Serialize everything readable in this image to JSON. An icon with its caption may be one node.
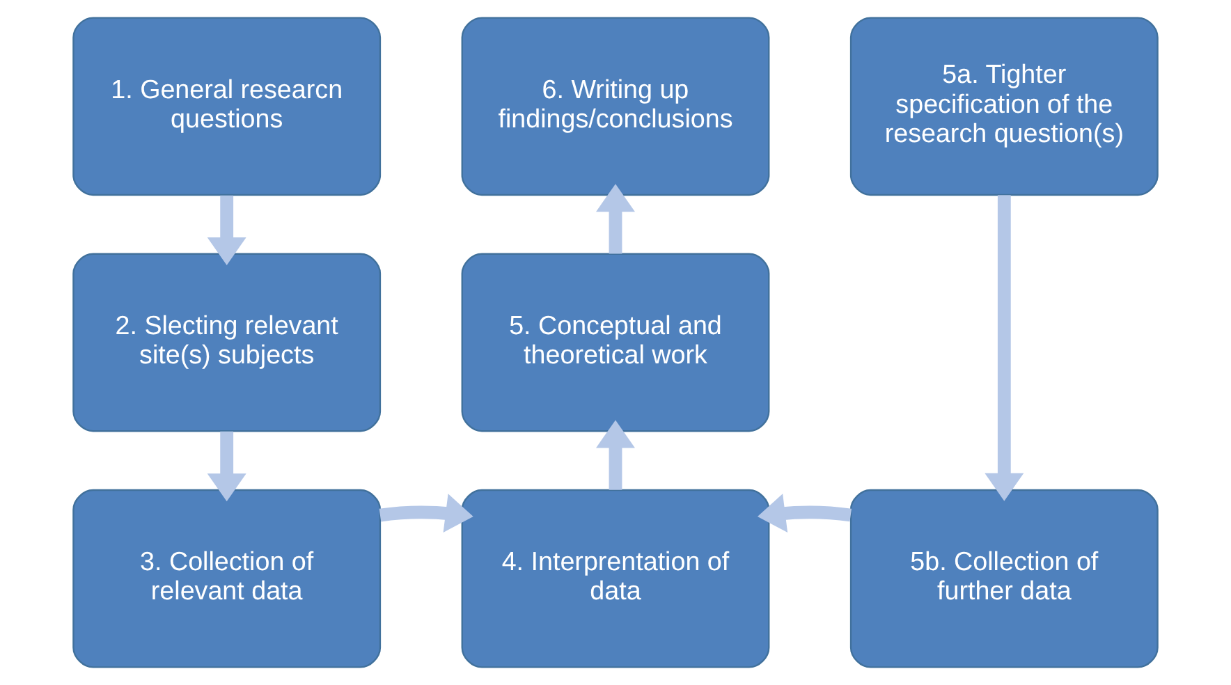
{
  "diagram": {
    "nodes": [
      {
        "text": [
          "1. General researcn questions"
        ]
      },
      {
        "text": [
          "2. Slecting relevant site(s) subjects"
        ]
      },
      {
        "text": [
          "3. Collection of relevant data"
        ]
      },
      {
        "text": [
          "4. Interprentation of data"
        ]
      },
      {
        "text": [
          "5. Conceptual and theoretical work"
        ]
      },
      {
        "text": [
          "6. Writing up findings/conclusions"
        ]
      },
      {
        "text": [
          "5a. Tighter specification of the research question(s)"
        ]
      },
      {
        "text": [
          "5b. Collection of further data"
        ]
      }
    ],
    "edges": [
      {
        "from": 0,
        "to": 1,
        "arrow": "to"
      },
      {
        "from": 1,
        "to": 2,
        "arrow": "to"
      },
      {
        "from": 2,
        "to": 3,
        "arrow": "to"
      },
      {
        "from": 3,
        "to": 4,
        "arrow": "to"
      },
      {
        "from": 4,
        "to": 5,
        "arrow": "to"
      },
      {
        "from": 6,
        "to": 7,
        "arrow": "to"
      },
      {
        "from": 7,
        "to": 3,
        "arrow": "to"
      }
    ]
  }
}
